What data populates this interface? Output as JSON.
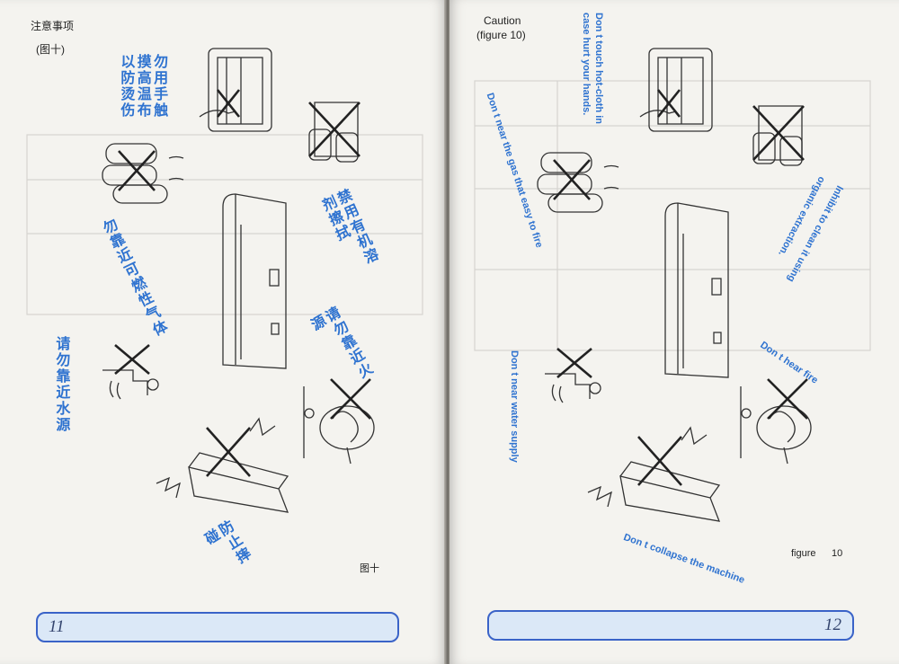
{
  "left_page": {
    "heading": "注意事项",
    "figure_ref": "(图十)",
    "warn_hot_cloth": "勿用手触摸高温布以防烫伤",
    "warn_organic": "禁用有机溶剂擦拭",
    "warn_gas": "勿靠近可燃性气体",
    "warn_fire": "请勿靠近火源",
    "warn_water": "请勿靠近水源",
    "warn_collapse": "防止摔碰",
    "figure_caption": "图十",
    "page_number": "11"
  },
  "right_page": {
    "heading": "Caution",
    "figure_ref": "(figure 10)",
    "warn_hot_cloth_1": "Don t touch hot-cloth in",
    "warn_hot_cloth_2": "case hurt your hands.",
    "warn_gas": "Don t near the gas that easy to fire",
    "warn_organic_1": "Inhibit to clean it using",
    "warn_organic_2": "organic extraction.",
    "warn_fire": "Don t hear fire",
    "warn_water": "Don t near water supply",
    "warn_collapse": "Don t collapse the machine",
    "figure_word": "figure",
    "figure_num": "10",
    "page_number": "12"
  },
  "colors": {
    "warning_text": "#2f73d0",
    "footer_border": "#3a63c8",
    "footer_fill": "#dbe8f7"
  },
  "icons": [
    "no-hand-touch-icon",
    "no-organic-solvent-icon",
    "no-flammable-gas-icon",
    "no-fire-icon",
    "no-water-icon",
    "no-drop-icon"
  ]
}
